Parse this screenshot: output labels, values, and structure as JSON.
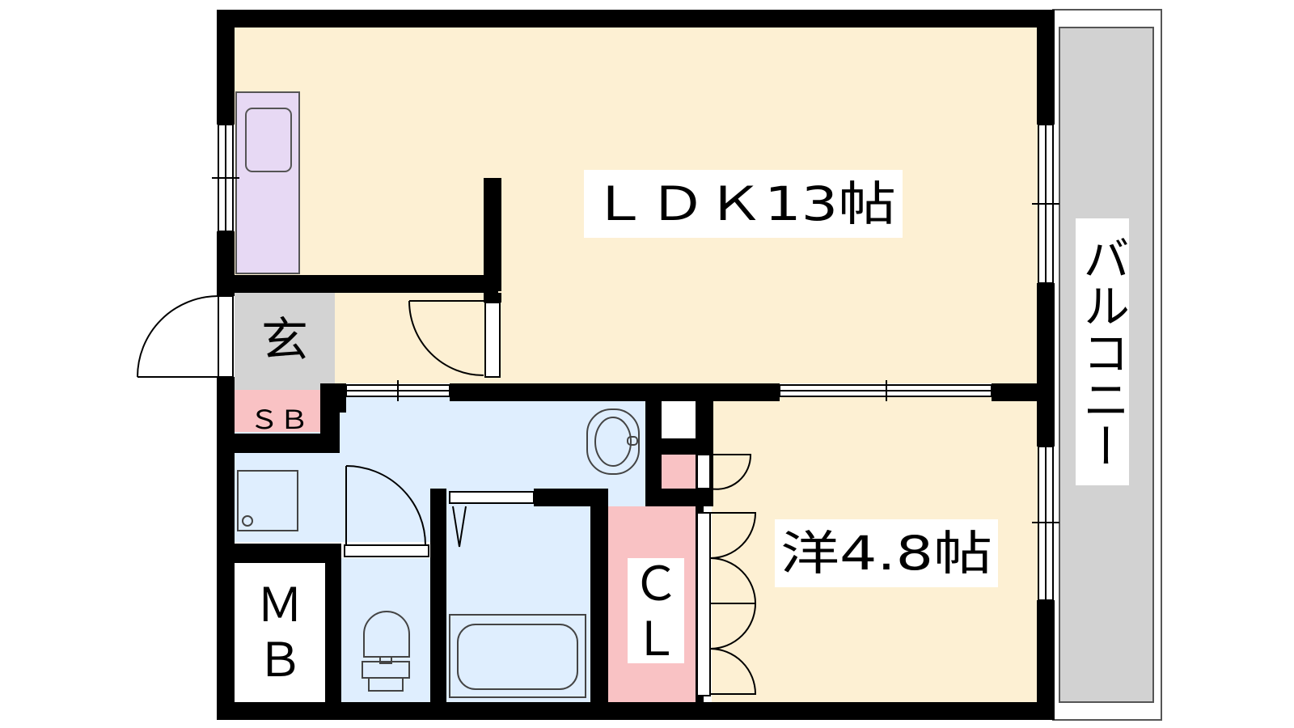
{
  "rooms": {
    "ldk": "ＬＤＫ13帖",
    "western": "洋4.8帖",
    "entrance": "玄",
    "shoe_box": "ＳＢ",
    "closet": [
      "Ｃ",
      "Ｌ"
    ],
    "meter_box": [
      "Ｍ",
      "Ｂ"
    ],
    "balcony": "バルコニー"
  },
  "colors": {
    "wall": "#000000",
    "room_floor": "#fdf0d3",
    "wet_area": "#dfeefe",
    "entrance": "#d3d3d3",
    "kitchen": "#e7d9f4",
    "storage": "#f9c2c4",
    "balcony": "#d2d2d2"
  }
}
